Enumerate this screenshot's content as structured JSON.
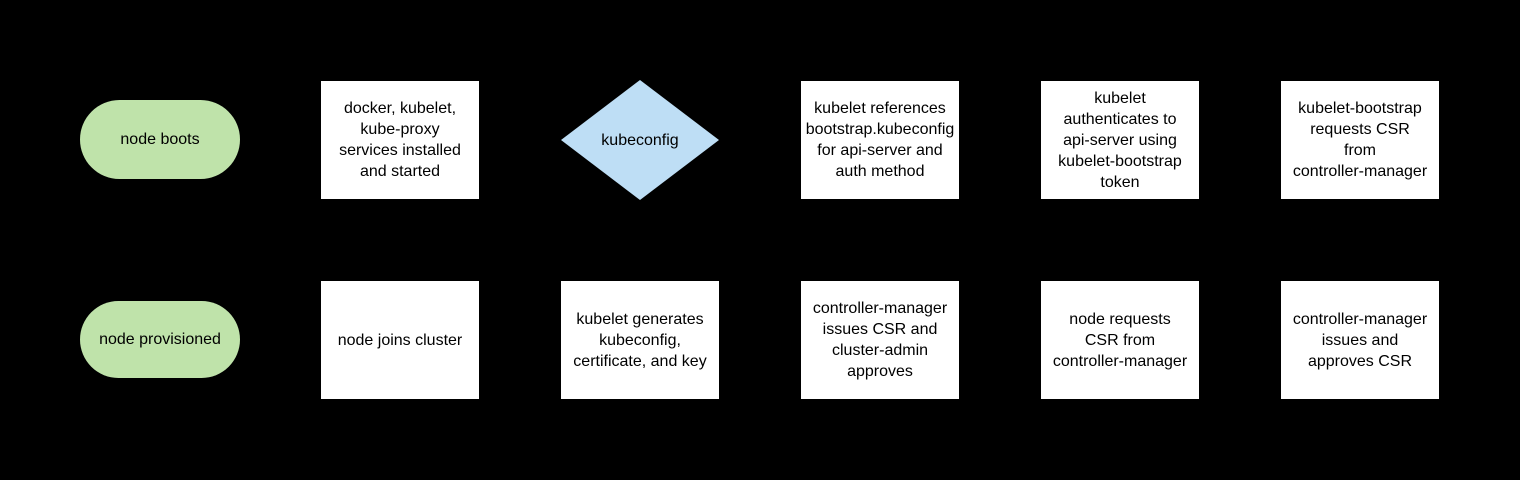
{
  "colors": {
    "background": "#000000",
    "terminator_fill": "#bfe3aa",
    "decision_fill": "#bedef5",
    "process_fill": "#ffffff",
    "text": "#000000"
  },
  "nodes": [
    {
      "id": "node-boots",
      "type": "terminator",
      "label": "node boots"
    },
    {
      "id": "services-installed",
      "type": "process",
      "label": "docker, kubelet,\nkube-proxy\nservices installed\nand started"
    },
    {
      "id": "kubeconfig",
      "type": "decision",
      "label": "kubeconfig"
    },
    {
      "id": "kubelet-references",
      "type": "process",
      "label": "kubelet references\nbootstrap.kubeconfig\nfor api-server and\nauth method"
    },
    {
      "id": "kubelet-authenticates",
      "type": "process",
      "label": "kubelet\nauthenticates to\napi-server using\nkubelet-bootstrap\ntoken"
    },
    {
      "id": "kubelet-bootstrap-requests-csr",
      "type": "process",
      "label": "kubelet-bootstrap\nrequests CSR\nfrom\ncontroller-manager"
    },
    {
      "id": "node-provisioned",
      "type": "terminator",
      "label": "node provisioned"
    },
    {
      "id": "node-joins-cluster",
      "type": "process",
      "label": "node joins cluster"
    },
    {
      "id": "kubelet-generates-kubeconfig",
      "type": "process",
      "label": "kubelet generates\nkubeconfig,\ncertificate, and key"
    },
    {
      "id": "controller-manager-issues-csr",
      "type": "process",
      "label": "controller-manager\nissues CSR and\ncluster-admin\napproves"
    },
    {
      "id": "node-requests-csr",
      "type": "process",
      "label": "node requests\nCSR from\ncontroller-manager"
    },
    {
      "id": "controller-manager-approves-csr",
      "type": "process",
      "label": "controller-manager\nissues and\napproves CSR"
    }
  ]
}
